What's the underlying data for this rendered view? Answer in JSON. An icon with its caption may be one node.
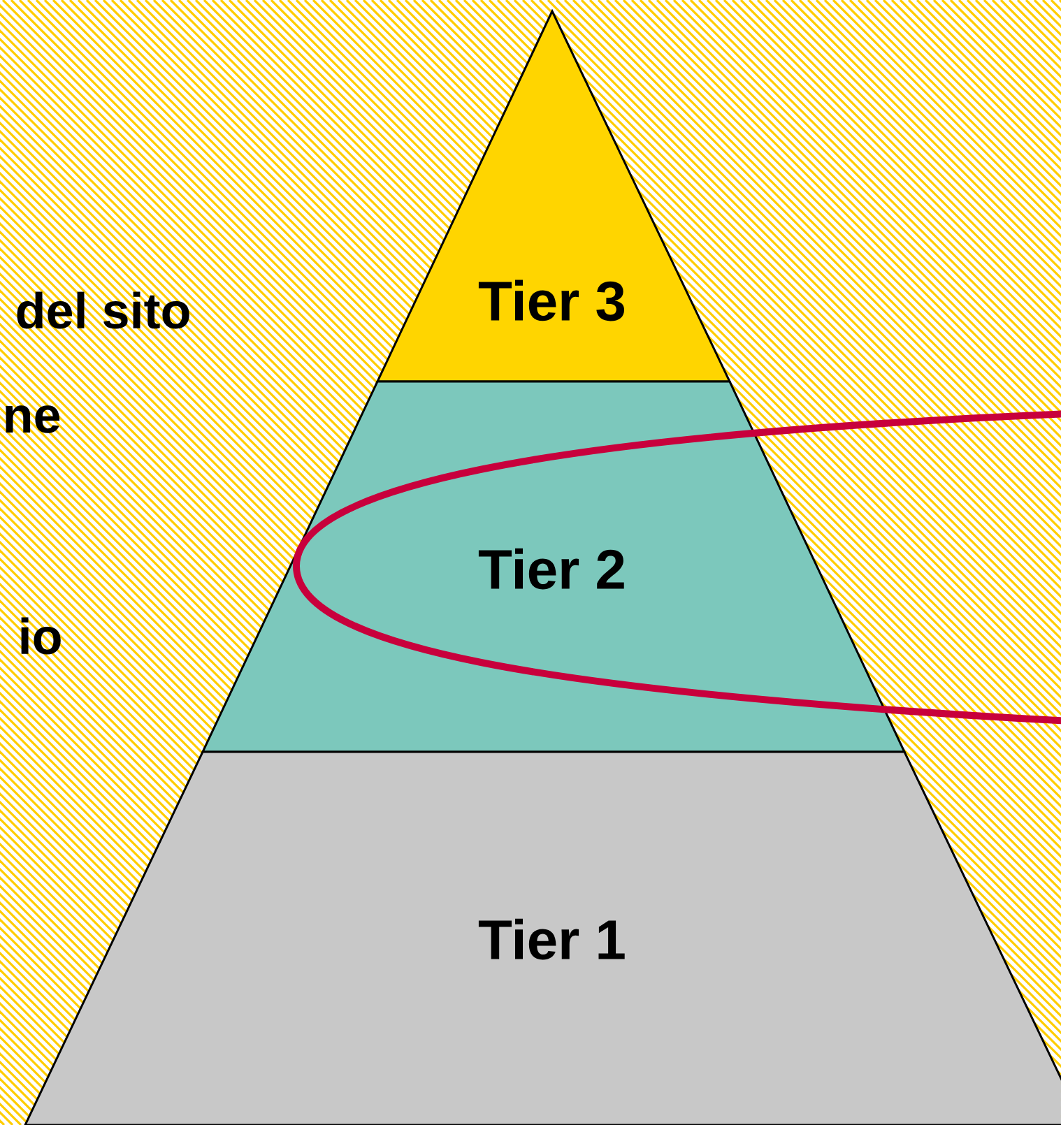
{
  "diagram": {
    "nodes": [
      {
        "text": [
          "Tier 3"
        ]
      },
      {
        "text": [
          "Tier 2"
        ]
      },
      {
        "text": [
          "Tier 1"
        ]
      }
    ],
    "labels": [
      "del sito",
      "ne",
      "io"
    ]
  }
}
